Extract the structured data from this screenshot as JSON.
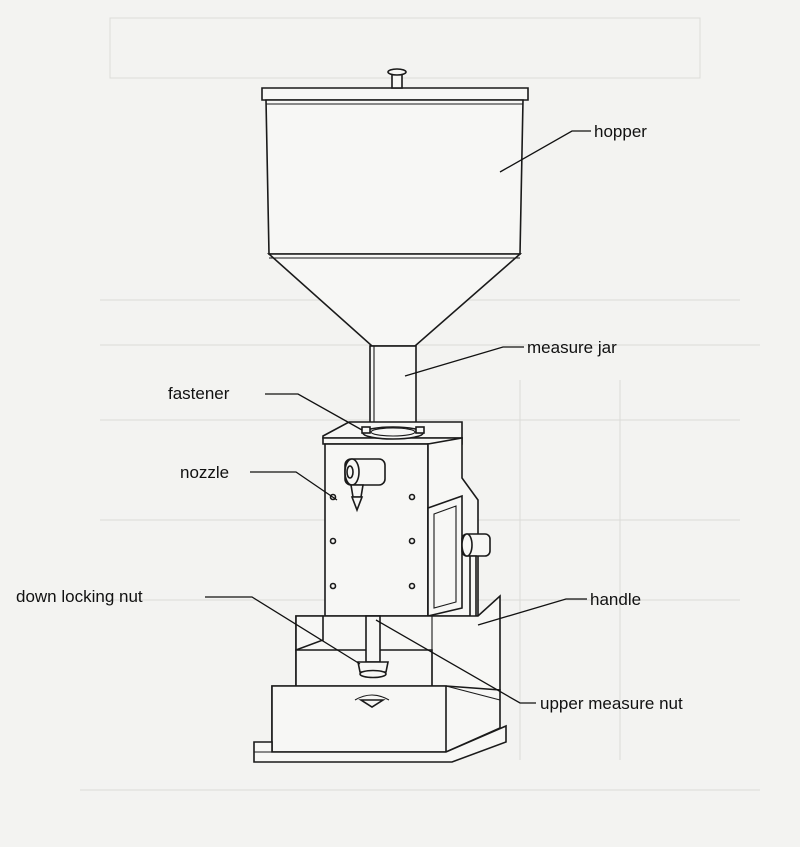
{
  "labels": {
    "hopper": "hopper",
    "measure_jar": "measure jar",
    "fastener": "fastener",
    "nozzle": "nozzle",
    "down_locking_nut": "down locking nut",
    "handle": "handle",
    "upper_measure_nut": "upper measure nut"
  },
  "colors": {
    "paper": "#f3f3f1",
    "ink": "#1a1a1a",
    "bleed_through": "#b9b9b6"
  }
}
